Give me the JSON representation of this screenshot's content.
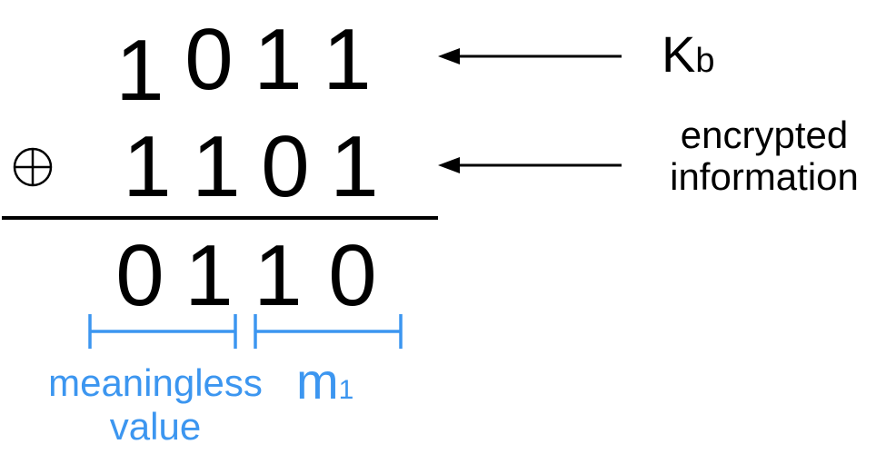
{
  "colors": {
    "ink": "#000000",
    "accent": "#3c96f0",
    "background": "#ffffff"
  },
  "operand_a": [
    "1",
    "0",
    "1",
    "1"
  ],
  "operand_b": [
    "1",
    "1",
    "0",
    "1"
  ],
  "result": [
    "0",
    "1",
    "1",
    "0"
  ],
  "operator": "xor-symbol",
  "labels": {
    "kb_main": "K",
    "kb_sub": "b",
    "encrypted_line1": "encrypted",
    "encrypted_line2": "information",
    "meaningless_line1": "meaningless",
    "meaningless_line2": "value",
    "m1_main": "m",
    "m1_sub": "1"
  }
}
